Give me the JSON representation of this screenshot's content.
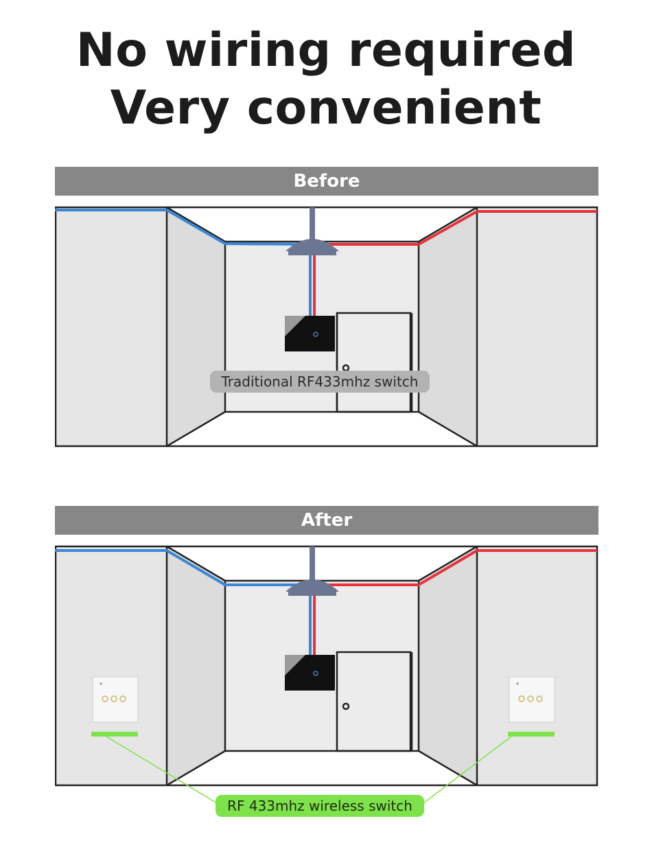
{
  "headline": {
    "line1": "No wiring required",
    "line2": "Very convenient"
  },
  "before": {
    "banner": "Before",
    "caption": "Traditional RF433mhz switch"
  },
  "after": {
    "banner": "After",
    "caption": "RF 433mhz wireless switch"
  },
  "colors": {
    "banner_bg": "#878787",
    "wire_neutral": "#3a87d6",
    "wire_live": "#e8333a",
    "before_caption_bg": "#b3b3b3",
    "after_caption_bg": "#7ee34a",
    "wall_fill": "#e6e6e6",
    "lamp": "#6b7693"
  },
  "icons": {
    "ceiling_lamp": "ceiling-lamp-icon",
    "wall_switch": "black-touch-switch-icon",
    "wireless_switch": "white-3-gang-switch-icon",
    "door": "door-icon"
  }
}
